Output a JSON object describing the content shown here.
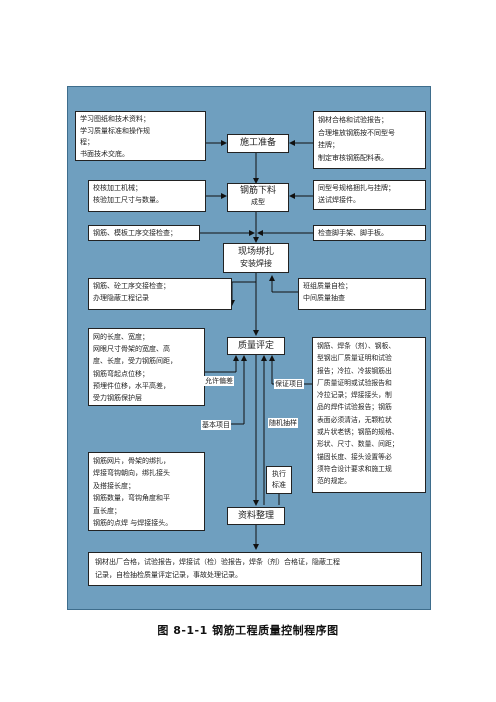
{
  "flow": {
    "prep": "施工准备",
    "cut": [
      "钢筋下料",
      "成型"
    ],
    "bind": [
      "现场绑扎",
      "安装焊接"
    ],
    "eval": "质量评定",
    "archive": "资料整理"
  },
  "left": {
    "study": [
      "学习图纸和技术资料；",
      "学习质量标准和操作规",
      "程；",
      "书面技术交底。"
    ],
    "check": [
      "校核加工机械；",
      "核验加工尺寸与数量。"
    ],
    "handover": "钢筋、模板工序交接检查；",
    "hidden": [
      "钢筋、砼工序交接检查；",
      "办理隐蔽工程记录"
    ],
    "tolerance": [
      "网的长度、宽度；",
      "网眼尺寸骨架的宽度、高",
      "度、长度，受力钢筋间距，",
      "钢筋弯起点位移；",
      "预埋件位移，水平高差，",
      "受力钢筋保护层"
    ],
    "basic": [
      "钢筋网片，骨架的绑扎，",
      "焊接弯钩朝向，绑扎接头",
      "及搭接长度；",
      "钢筋数量，弯钩角度和平",
      "直长度；",
      "钢筋的点焊 与焊接接头。"
    ]
  },
  "right": {
    "material": [
      "钢材合格和试验报告；",
      "合理堆放钢筋按不同型号",
      "挂牌；",
      "制定审核钢筋配料表。"
    ],
    "sign": [
      "同型号规格捆扎与挂牌；",
      "送试焊接件。"
    ],
    "scaffold": "检查脚手架、脚手板。",
    "selfcheck": [
      "班组质量自检；",
      "中间质量抽查"
    ],
    "guarantee": [
      "钢筋、焊条（剂）、钢板、",
      "型钢出厂质量证明和试验",
      "报告；冷拉、冷拔钢筋出",
      "厂质量证明或试验报告和",
      "冷拉记录；焊接接头，制",
      "品的焊件试验报告；钢筋",
      "表面必须清洁，无颗粒状",
      "或片状老锈；钢筋的规格、",
      "形状、尺寸、数量、间距；",
      "锚固长度、接头设置等必",
      "须符合设计要求和施工规",
      "范的规定。"
    ]
  },
  "labels": {
    "allowed": "允许偏差",
    "basic_item": "基本项目",
    "guarantee_item": "保证项目",
    "random": "随机抽样",
    "exec": [
      "执行",
      "标准"
    ]
  },
  "bottom": [
    "钢材出厂合格，试验报告，焊接试（检）验报告，焊条（剂）合格证，隐蔽工程",
    "记录，自检抽检质量评定记录，事故处理记录。"
  ],
  "caption": "图 8-1-1   钢筋工程质量控制程序图"
}
